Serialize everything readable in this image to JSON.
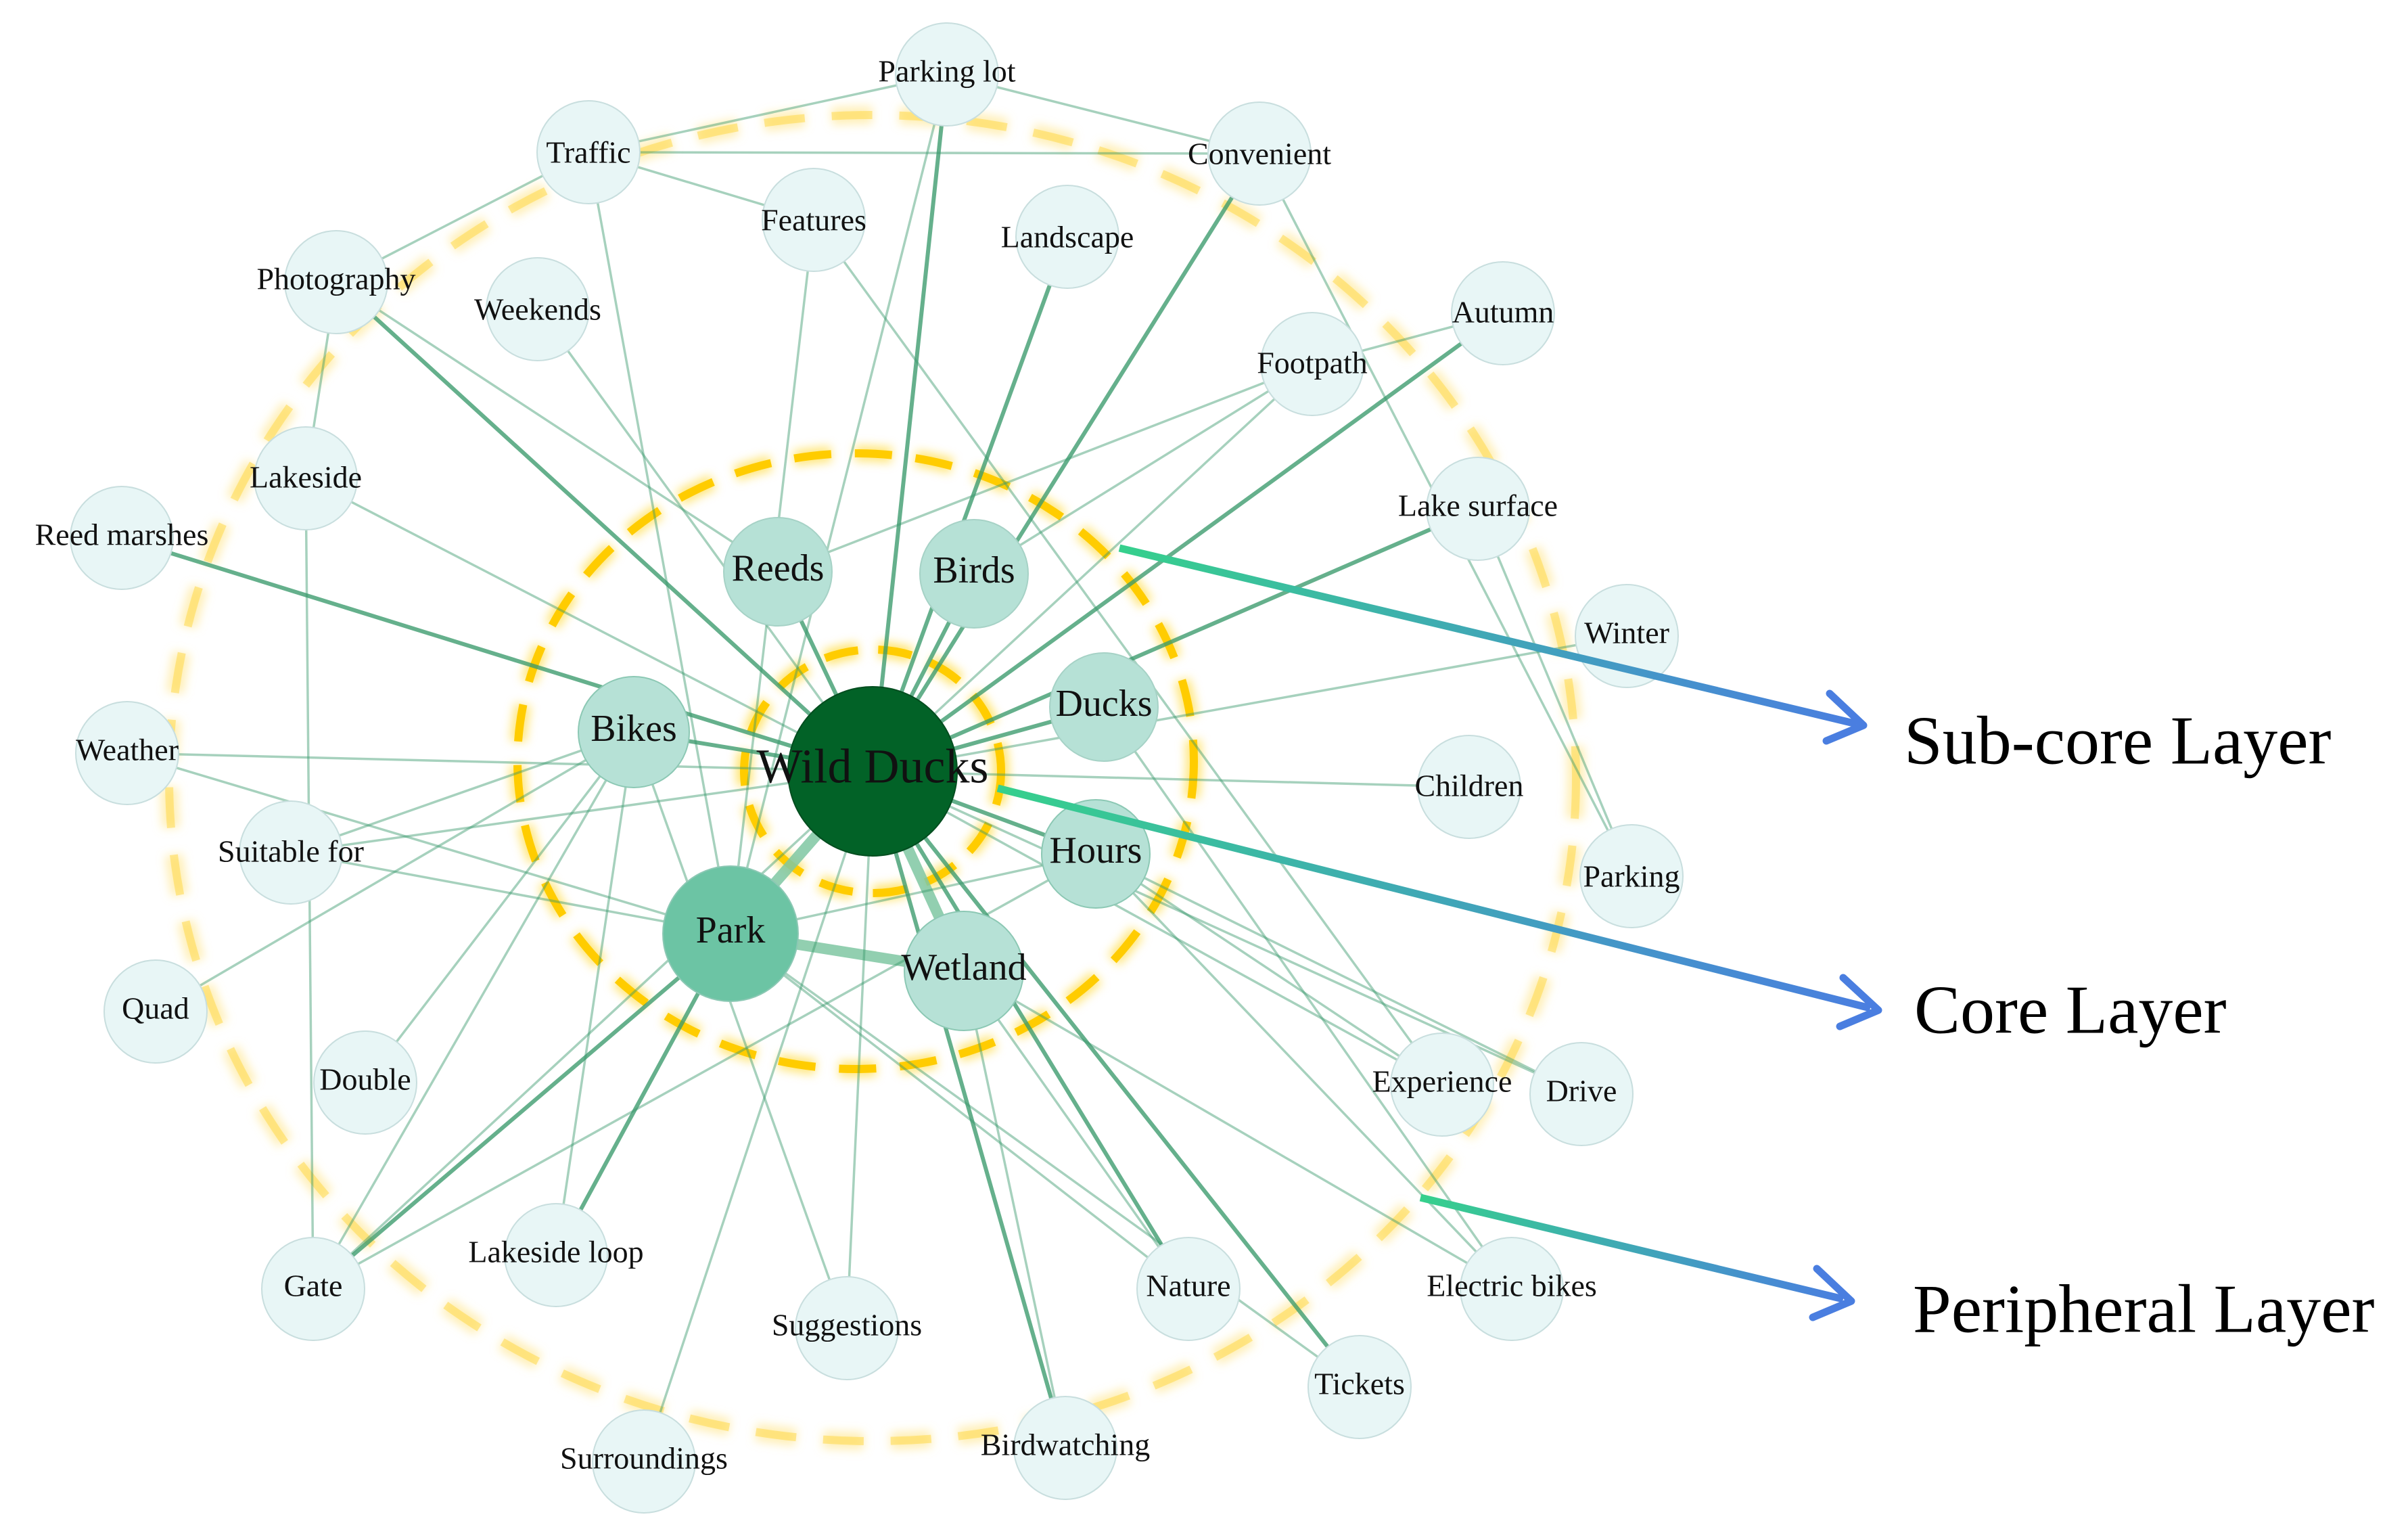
{
  "center": "Wild Ducks",
  "core": [
    "Park",
    "Wetland",
    "Hours",
    "Bikes"
  ],
  "subcore": [
    "Reeds",
    "Birds",
    "Ducks"
  ],
  "peripheral": [
    "Parking lot",
    "Traffic",
    "Convenient",
    "Features",
    "Landscape",
    "Photography",
    "Weekends",
    "Autumn",
    "Footpath",
    "Lakeside",
    "Lake surface",
    "Reed marshes",
    "Winter",
    "Weather",
    "Children",
    "Suitable for",
    "Parking",
    "Quad",
    "Double",
    "Experience",
    "Drive",
    "Gate",
    "Lakeside loop",
    "Suggestions",
    "Nature",
    "Electric bikes",
    "Tickets",
    "Surroundings",
    "Birdwatching"
  ],
  "edges": [
    [
      "Wild Ducks",
      "Park",
      3
    ],
    [
      "Wild Ducks",
      "Wetland",
      3
    ],
    [
      "Wild Ducks",
      "Hours",
      2
    ],
    [
      "Wild Ducks",
      "Bikes",
      2
    ],
    [
      "Wild Ducks",
      "Reeds",
      2
    ],
    [
      "Wild Ducks",
      "Birds",
      2
    ],
    [
      "Wild Ducks",
      "Ducks",
      2
    ],
    [
      "Park",
      "Wetland",
      3
    ],
    [
      "Wild Ducks",
      "Parking lot",
      2
    ],
    [
      "Wild Ducks",
      "Convenient",
      2
    ],
    [
      "Wild Ducks",
      "Landscape",
      2
    ],
    [
      "Wild Ducks",
      "Photography",
      2
    ],
    [
      "Wild Ducks",
      "Autumn",
      2
    ],
    [
      "Wild Ducks",
      "Footpath",
      1
    ],
    [
      "Wild Ducks",
      "Lakeside",
      1
    ],
    [
      "Wild Ducks",
      "Lake surface",
      2
    ],
    [
      "Wild Ducks",
      "Reed marshes",
      2
    ],
    [
      "Wild Ducks",
      "Winter",
      1
    ],
    [
      "Wild Ducks",
      "Weather",
      1
    ],
    [
      "Wild Ducks",
      "Children",
      1
    ],
    [
      "Wild Ducks",
      "Suitable for",
      1
    ],
    [
      "Wild Ducks",
      "Experience",
      1
    ],
    [
      "Wild Ducks",
      "Drive",
      1
    ],
    [
      "Wild Ducks",
      "Nature",
      2
    ],
    [
      "Wild Ducks",
      "Tickets",
      2
    ],
    [
      "Wild Ducks",
      "Suggestions",
      1
    ],
    [
      "Wild Ducks",
      "Surroundings",
      1
    ],
    [
      "Wild Ducks",
      "Birdwatching",
      2
    ],
    [
      "Wild Ducks",
      "Gate",
      1
    ],
    [
      "Wild Ducks",
      "Weekends",
      1
    ],
    [
      "Park",
      "Gate",
      2
    ],
    [
      "Park",
      "Lakeside loop",
      2
    ],
    [
      "Park",
      "Weather",
      1
    ],
    [
      "Park",
      "Suitable for",
      1
    ],
    [
      "Park",
      "Hours",
      1
    ],
    [
      "Park",
      "Nature",
      1
    ],
    [
      "Park",
      "Tickets",
      1
    ],
    [
      "Park",
      "Features",
      1
    ],
    [
      "Park",
      "Parking lot",
      1
    ],
    [
      "Hours",
      "Experience",
      1
    ],
    [
      "Hours",
      "Drive",
      1
    ],
    [
      "Hours",
      "Electric bikes",
      1
    ],
    [
      "Hours",
      "Gate",
      1
    ],
    [
      "Wetland",
      "Nature",
      1
    ],
    [
      "Wetland",
      "Electric bikes",
      1
    ],
    [
      "Wetland",
      "Birdwatching",
      1
    ],
    [
      "Bikes",
      "Quad",
      1
    ],
    [
      "Bikes",
      "Double",
      1
    ],
    [
      "Bikes",
      "Lakeside loop",
      1
    ],
    [
      "Bikes",
      "Suitable for",
      1
    ],
    [
      "Bikes",
      "Gate",
      1
    ],
    [
      "Bikes",
      "Suggestions",
      1
    ],
    [
      "Reeds",
      "Footpath",
      1
    ],
    [
      "Birds",
      "Footpath",
      1
    ],
    [
      "Ducks",
      "Electric bikes",
      1
    ],
    [
      "Traffic",
      "Parking lot",
      1
    ],
    [
      "Traffic",
      "Convenient",
      1
    ],
    [
      "Traffic",
      "Features",
      1
    ],
    [
      "Traffic",
      "Photography",
      1
    ],
    [
      "Traffic",
      "Park",
      1
    ],
    [
      "Convenient",
      "Parking",
      1
    ],
    [
      "Photography",
      "Lakeside",
      1
    ],
    [
      "Photography",
      "Reeds",
      1
    ],
    [
      "Lakeside",
      "Gate",
      1
    ],
    [
      "Features",
      "Experience",
      1
    ],
    [
      "Lake surface",
      "Parking",
      1
    ],
    [
      "Footpath",
      "Autumn",
      1
    ],
    [
      "Parking lot",
      "Convenient",
      1
    ]
  ],
  "layers": {
    "subcore": "Sub-core Layer",
    "core": "Core Layer",
    "peripheral": "Peripheral Layer"
  },
  "colors": {
    "center": "#026227",
    "core": "#6cc4a4",
    "subcore": "#b6e1d6",
    "peripheral": "#e8f6f6",
    "edge": "#3a9a6c",
    "ring": "#ffd84a"
  }
}
